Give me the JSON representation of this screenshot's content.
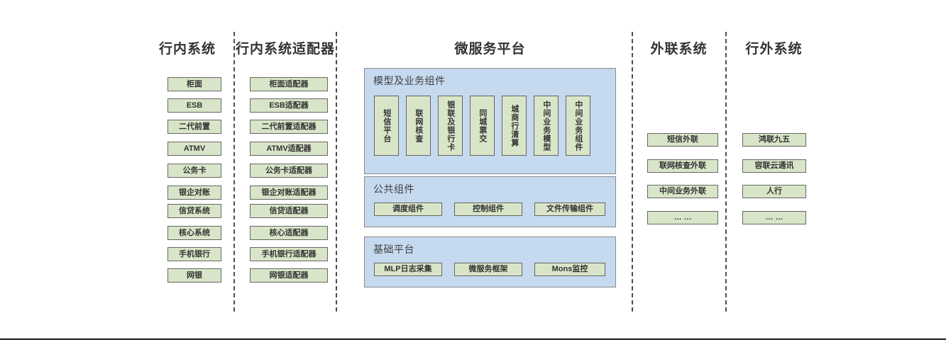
{
  "diagram": {
    "type": "architecture-layer-diagram",
    "colors": {
      "node_fill": "#d9e5c8",
      "node_border": "#666666",
      "panel_fill": "#c5d9ef",
      "panel_border": "#8a8a8a",
      "separator": "#4d4d4d",
      "text": "#333333"
    }
  },
  "columns": [
    {
      "id": "inbank",
      "title": "行内系统",
      "items": [
        "柜面",
        "ESB",
        "二代前置",
        "ATMV",
        "公务卡",
        "银企对账",
        "信贷系统",
        "核心系统",
        "手机银行",
        "网银"
      ]
    },
    {
      "id": "inbank-adapter",
      "title": "行内系统适配器",
      "items": [
        "柜面适配器",
        "ESB适配器",
        "二代前置适配器",
        "ATMV适配器",
        "公务卡适配器",
        "银企对账适配器",
        "信贷适配器",
        "核心适配器",
        "手机银行适配器",
        "网银适配器"
      ]
    },
    {
      "id": "microservice-platform",
      "title": "微服务平台",
      "groups": [
        {
          "id": "model-business-components",
          "label": "模型及业务组件",
          "orientation": "vertical",
          "items": [
            "短信平台",
            "联网核查",
            "银联及银行卡",
            "同城票交",
            "城商行清算",
            "中间业务模型",
            "中间业务组件"
          ]
        },
        {
          "id": "public-components",
          "label": "公共组件",
          "orientation": "horizontal",
          "items": [
            "调度组件",
            "控制组件",
            "文件传输组件"
          ]
        },
        {
          "id": "base-platform",
          "label": "基础平台",
          "orientation": "horizontal",
          "items": [
            "MLP日志采集",
            "微服务框架",
            "Mons监控"
          ]
        }
      ]
    },
    {
      "id": "external-link",
      "title": "外联系统",
      "items": [
        "短信外联",
        "联网核查外联",
        "中间业务外联",
        "… …"
      ]
    },
    {
      "id": "outbank",
      "title": "行外系统",
      "items": [
        "鸿联九五",
        "容联云通讯",
        "人行",
        "… …"
      ]
    }
  ]
}
